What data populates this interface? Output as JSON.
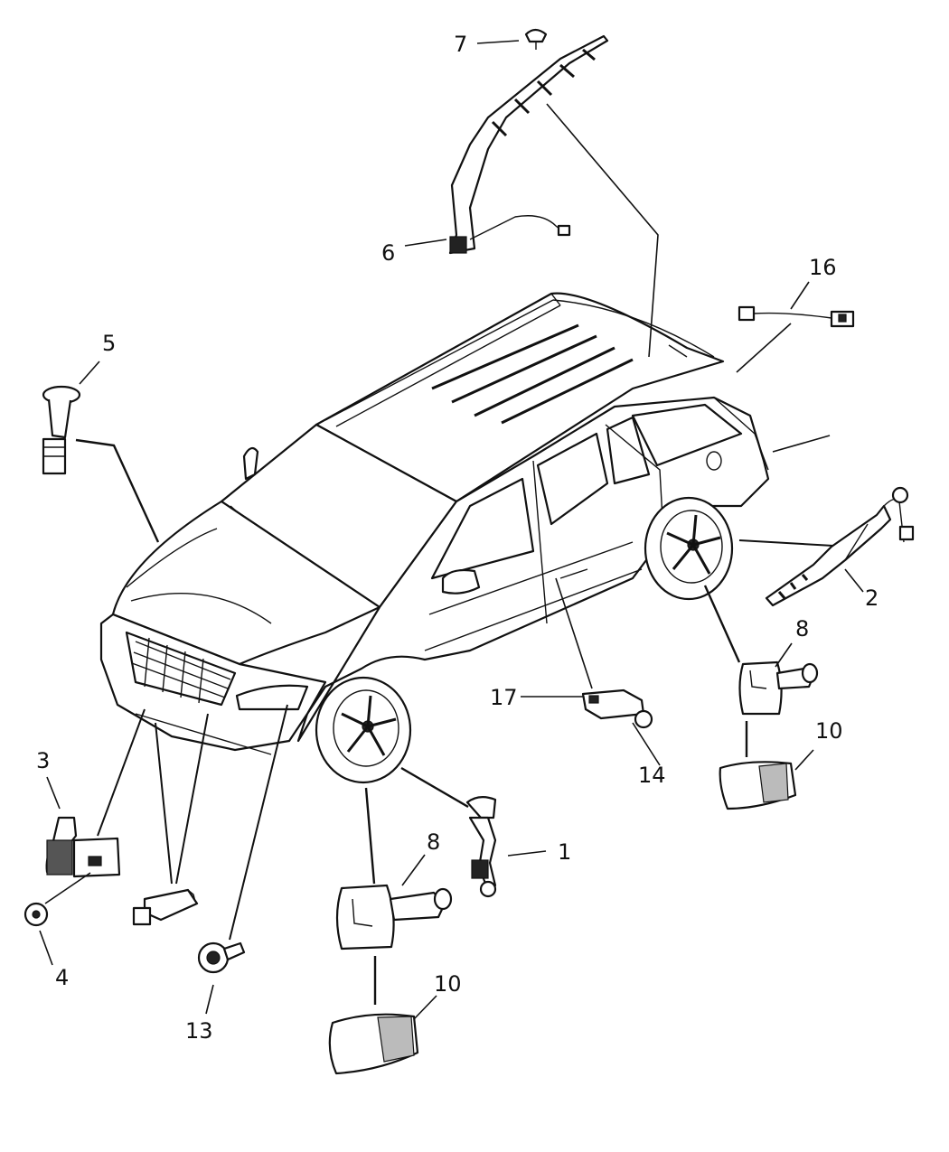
{
  "callouts": [
    {
      "id": "1",
      "text": "1"
    },
    {
      "id": "2",
      "text": "2"
    },
    {
      "id": "3",
      "text": "3"
    },
    {
      "id": "4",
      "text": "4"
    },
    {
      "id": "5",
      "text": "5"
    },
    {
      "id": "6",
      "text": "6"
    },
    {
      "id": "7",
      "text": "7"
    },
    {
      "id": "8a",
      "text": "8"
    },
    {
      "id": "8b",
      "text": "8"
    },
    {
      "id": "10a",
      "text": "10"
    },
    {
      "id": "10b",
      "text": "10"
    },
    {
      "id": "13",
      "text": "13"
    },
    {
      "id": "14",
      "text": "14"
    },
    {
      "id": "16",
      "text": "16"
    },
    {
      "id": "17",
      "text": "17"
    }
  ]
}
